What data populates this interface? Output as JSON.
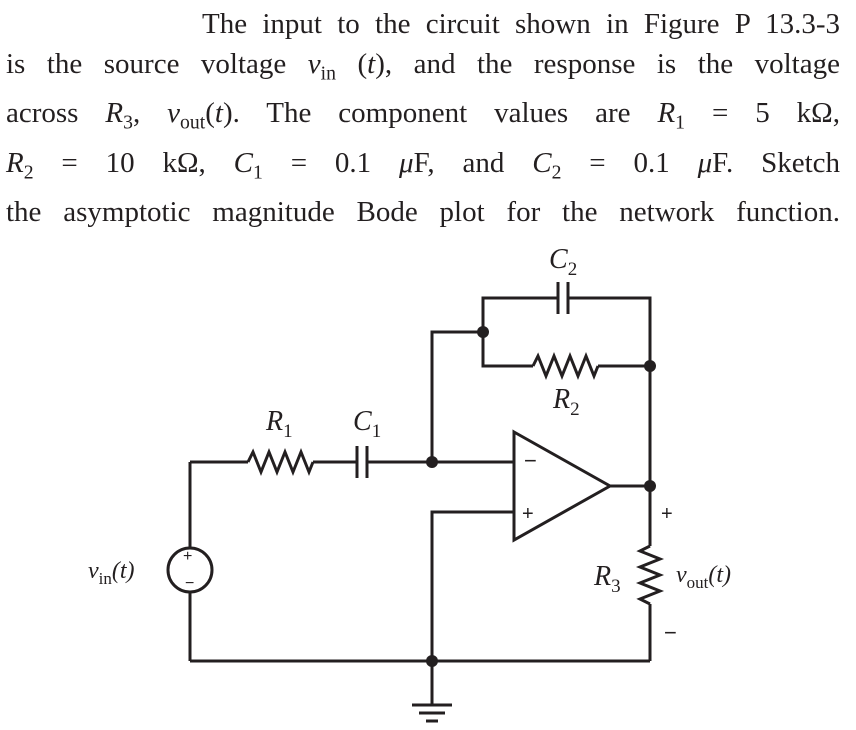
{
  "problem": {
    "line1": "The input to the circuit shown in Figure P 13.3-3",
    "line2": "is the source voltage v_in (t), and the response is the voltage",
    "line3": "across R3, v_out(t). The component values are R1 = 5 kΩ,",
    "line4": "R2 = 10 kΩ, C1 = 0.1 μF, and C2 = 0.1 μF. Sketch",
    "line5": "the asymptotic magnitude Bode plot for the network function."
  },
  "labels": {
    "C2": {
      "main": "C",
      "sub": "2"
    },
    "R2": {
      "main": "R",
      "sub": "2"
    },
    "R1": {
      "main": "R",
      "sub": "1"
    },
    "C1": {
      "main": "C",
      "sub": "1"
    },
    "R3": {
      "main": "R",
      "sub": "3"
    },
    "vin": {
      "main": "v",
      "sub": "in",
      "arg": "(t)"
    },
    "vout": {
      "main": "v",
      "sub": "out",
      "arg": "(t)"
    },
    "opamp_minus": "−",
    "opamp_plus": "+",
    "source_plus": "+",
    "source_minus": "−",
    "out_plus": "+",
    "out_minus": "−"
  }
}
